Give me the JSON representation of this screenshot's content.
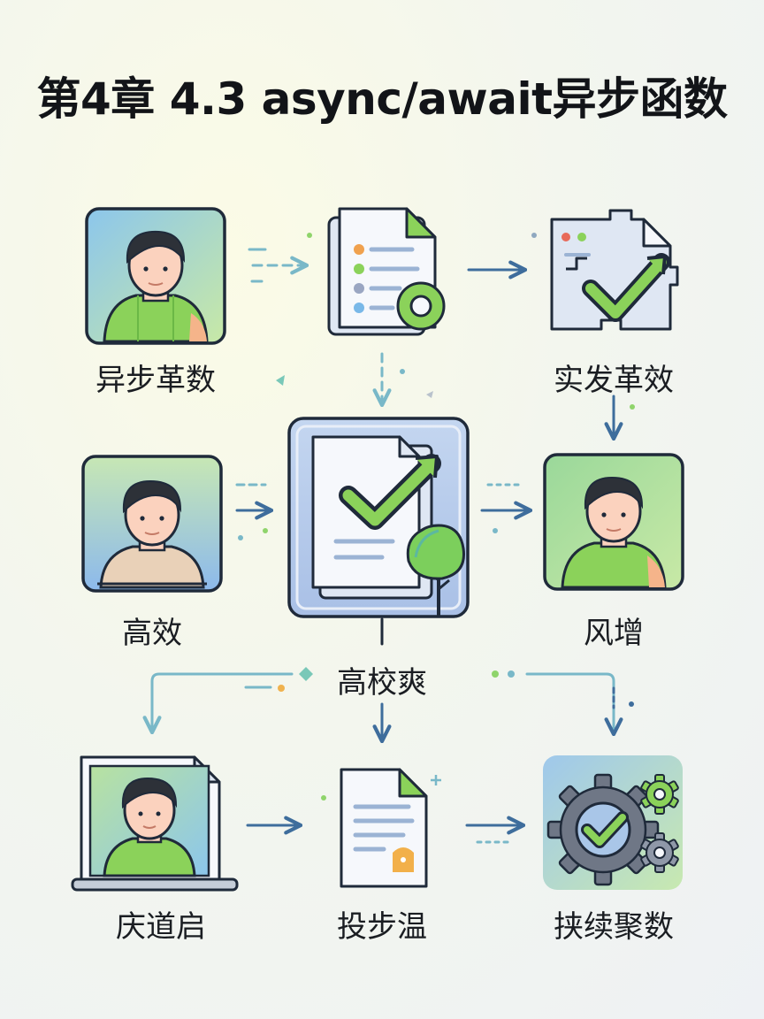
{
  "title": "第4章 4.3 async/await异步函数",
  "nodes": [
    {
      "id": "n1",
      "label": "异步革数",
      "icon": "user-avatar-icon"
    },
    {
      "id": "n2",
      "label": "",
      "icon": "document-list-icon"
    },
    {
      "id": "n3",
      "label": "实发革效",
      "icon": "code-check-icon"
    },
    {
      "id": "n4",
      "label": "高效",
      "icon": "user-avatar-icon"
    },
    {
      "id": "n5",
      "label": "高校爽",
      "icon": "document-check-tree-icon"
    },
    {
      "id": "n6",
      "label": "风增",
      "icon": "user-avatar-icon"
    },
    {
      "id": "n7",
      "label": "庆道启",
      "icon": "laptop-user-icon"
    },
    {
      "id": "n8",
      "label": "投步温",
      "icon": "document-lock-icon"
    },
    {
      "id": "n9",
      "label": "挟续聚数",
      "icon": "gear-check-icon"
    }
  ],
  "colors": {
    "outline": "#1f2a3a",
    "arrow": "#3e6d9c",
    "arrow_light": "#79b8c8",
    "green": "#7fd35a",
    "blue_tint": "#c9dcf2",
    "skin": "#fbd2be",
    "hair": "#2d3138"
  }
}
